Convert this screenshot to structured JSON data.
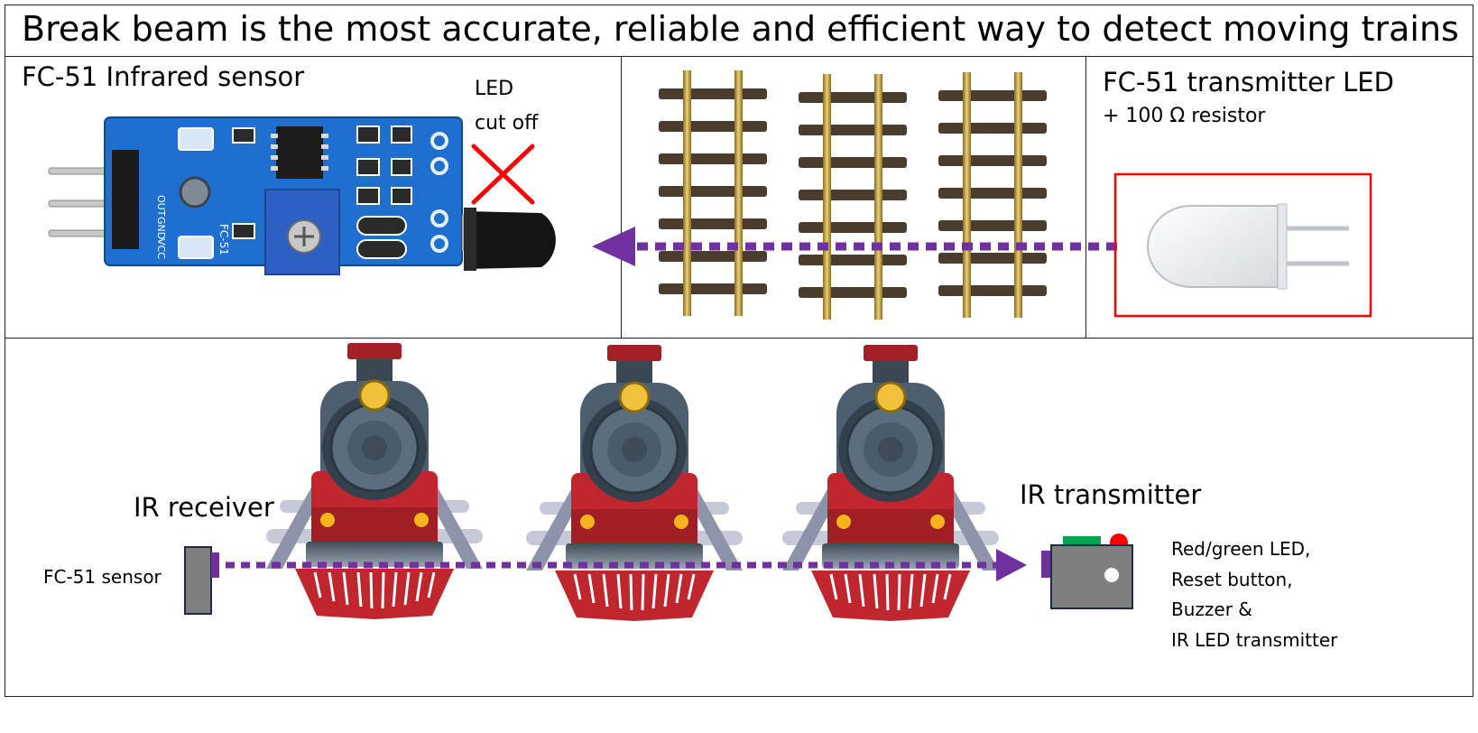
{
  "title": "Break beam is the most accurate, reliable and efficient way to detect moving trains",
  "top_panel": {
    "sensor_title": "FC-51 Infrared sensor",
    "led_note_line1": "LED",
    "led_note_line2": "cut off",
    "board_text_model": "FC-51",
    "board_pin_out": "OUT",
    "board_pin_gnd": "GND",
    "board_pin_vcc": "VCC",
    "transmitter_title": "FC-51 transmitter LED",
    "transmitter_subtitle": "+ 100 Ω resistor"
  },
  "bottom_panel": {
    "receiver_title": "IR receiver",
    "receiver_label": "FC-51 sensor",
    "transmitter_title": "IR transmitter",
    "transmitter_notes": [
      "Red/green LED,",
      "Reset button,",
      "Buzzer &",
      "IR LED transmitter"
    ]
  },
  "colors": {
    "beam": "#7030a0",
    "cross": "#ff0000",
    "board": "#1f6fd1",
    "train_body": "#c0262d",
    "train_boiler": "#4d5f6e",
    "transmitter_box": "#808080",
    "highlight_box": "#ff0000"
  }
}
